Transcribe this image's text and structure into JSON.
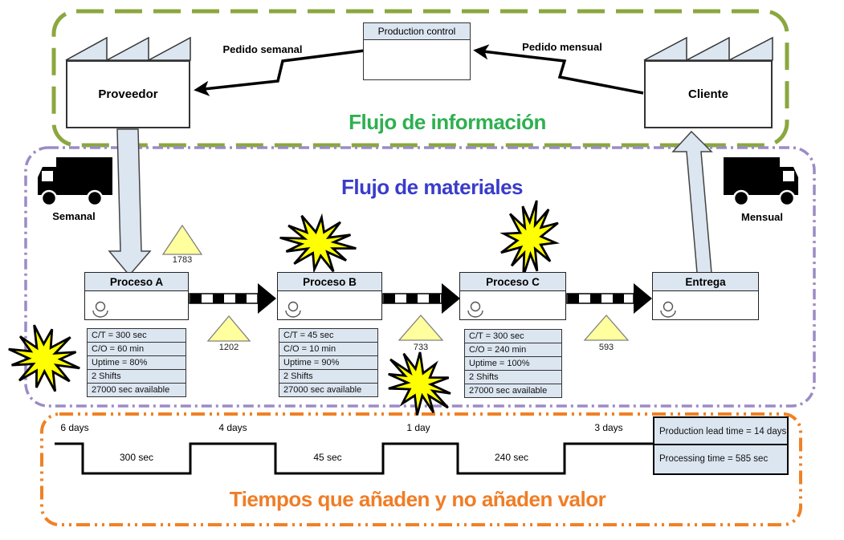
{
  "titles": {
    "info_flow": "Flujo de información",
    "material_flow": "Flujo de materiales",
    "timeline": "Tiempos que añaden y no añaden valor"
  },
  "info_flow": {
    "supplier": "Proveedor",
    "customer": "Cliente",
    "production_control": "Production control",
    "weekly_order": "Pedido semanal",
    "monthly_order": "Pedido mensual"
  },
  "material_flow": {
    "weekly_truck": "Semanal",
    "monthly_truck": "Mensual",
    "processes": [
      {
        "name": "Proceso A",
        "stats": [
          "C/T = 300 sec",
          "C/O = 60 min",
          "Uptime = 80%",
          "2 Shifts",
          "27000 sec available"
        ]
      },
      {
        "name": "Proceso B",
        "stats": [
          "C/T = 45 sec",
          "C/O = 10 min",
          "Uptime = 90%",
          "2 Shifts",
          "27000 sec available"
        ]
      },
      {
        "name": "Proceso C",
        "stats": [
          "C/T = 300 sec",
          "C/O = 240 min",
          "Uptime = 100%",
          "2 Shifts",
          "27000 sec available"
        ]
      },
      {
        "name": "Entrega",
        "stats": []
      }
    ],
    "inventory": [
      "1783",
      "1202",
      "733",
      "593"
    ]
  },
  "timeline": {
    "lead_times": [
      "6 days",
      "4 days",
      "1 day",
      "3 days"
    ],
    "process_times": [
      "300 sec",
      "45 sec",
      "240 sec"
    ],
    "summary": [
      "Production lead time = 14 days",
      "Processing time = 585 sec"
    ]
  },
  "colors": {
    "info_border": "#8ba73f",
    "info_title": "#2eb050",
    "material_border": "#9c8bc5",
    "material_title": "#3a3ccb",
    "timeline_border": "#f08125",
    "timeline_title": "#f07d26",
    "box_fill": "#dce6f1",
    "burst_fill": "#ffff00",
    "triangle_fill": "#ffff9e"
  }
}
